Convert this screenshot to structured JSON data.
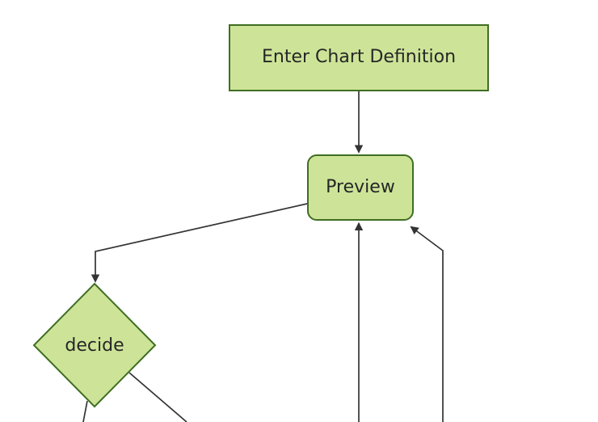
{
  "diagram": {
    "type": "flowchart",
    "orientation": "top-down",
    "background": "#ffffff",
    "theme": {
      "bg": "#ffffff",
      "node_fill": "#cde498",
      "node_border": "#3f6e22",
      "edge_color": "#333333",
      "text_color": "#262626"
    },
    "nodes": [
      {
        "id": "enter-chart-definition",
        "label": "Enter Chart Definition",
        "shape": "rectangle"
      },
      {
        "id": "preview",
        "label": "Preview",
        "shape": "rounded-rectangle"
      },
      {
        "id": "decide",
        "label": "decide",
        "shape": "diamond"
      }
    ],
    "edges": [
      {
        "from": "enter-chart-definition",
        "to": "preview",
        "arrow": true
      },
      {
        "from": "preview",
        "to": "decide",
        "arrow": true
      },
      {
        "from": "offscreen-bottom",
        "to": "preview",
        "arrow": true
      },
      {
        "from": "offscreen-bottom-right",
        "to": "preview",
        "arrow": true
      },
      {
        "from": "decide",
        "to": "offscreen-bottom-left",
        "arrow": false
      },
      {
        "from": "decide",
        "to": "offscreen-bottom-right",
        "arrow": false
      }
    ]
  }
}
